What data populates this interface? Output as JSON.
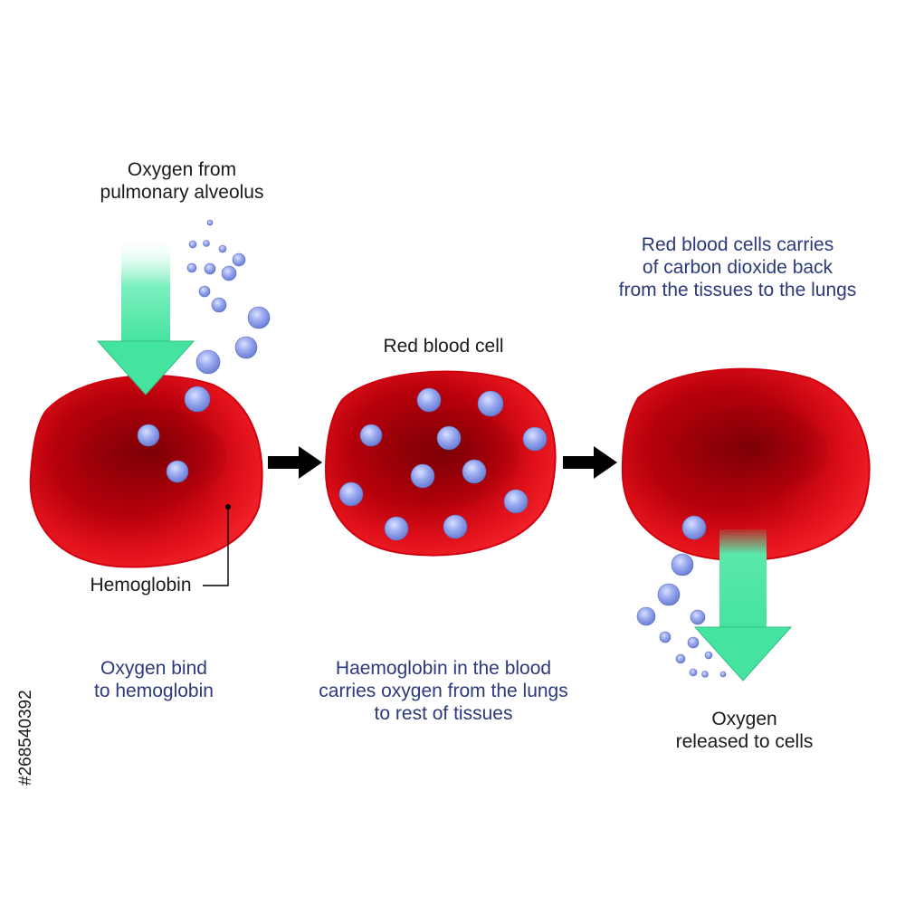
{
  "labels": {
    "oxygen_source": [
      "Oxygen from",
      "pulmonary alveolus"
    ],
    "red_blood_cell": "Red blood cell",
    "co2_note": [
      "Red blood cells carries",
      "of carbon dioxide back",
      "from the tissues to the lungs"
    ],
    "hemoglobin": "Hemoglobin",
    "step1_caption": [
      "Oxygen bind",
      "to hemoglobin"
    ],
    "step2_caption": [
      "Haemoglobin in the blood",
      "carries oxygen from the lungs",
      "to rest of tissues"
    ],
    "step3_caption": [
      "Oxygen",
      "released to cells"
    ]
  },
  "stock_id": "#268540392",
  "colors": {
    "cell_red": "#e0101a",
    "cell_dark": "#9e0008",
    "oxygen_bubble": "#8a9ee6",
    "flow_arrow": "#4ee6a6",
    "step_arrow": "#000000",
    "caption_text": "#2b3a7a"
  }
}
